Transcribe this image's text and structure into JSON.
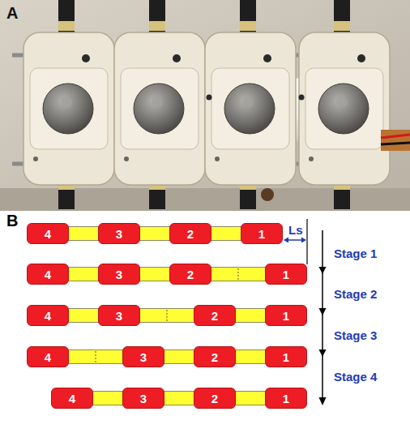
{
  "diagram": {
    "nodes": [
      {
        "text": [
          "4"
        ]
      },
      {
        "text": [
          "3"
        ]
      },
      {
        "text": [
          "2"
        ]
      },
      {
        "text": [
          "1"
        ]
      },
      {
        "text": [
          "4"
        ]
      },
      {
        "text": [
          "3"
        ]
      },
      {
        "text": [
          "2"
        ]
      },
      {
        "text": [
          "1"
        ]
      },
      {
        "text": [
          "4"
        ]
      },
      {
        "text": [
          "3"
        ]
      },
      {
        "text": [
          "2"
        ]
      },
      {
        "text": [
          "1"
        ]
      },
      {
        "text": [
          "4"
        ]
      },
      {
        "text": [
          "3"
        ]
      },
      {
        "text": [
          "2"
        ]
      },
      {
        "text": [
          "1"
        ]
      },
      {
        "text": [
          "4"
        ]
      },
      {
        "text": [
          "3"
        ]
      },
      {
        "text": [
          "2"
        ]
      },
      {
        "text": [
          "1"
        ]
      }
    ],
    "edges": [
      {
        "from": 0,
        "to": 1,
        "arrow": "none"
      },
      {
        "from": 1,
        "to": 2,
        "arrow": "none"
      },
      {
        "from": 2,
        "to": 3,
        "arrow": "none"
      },
      {
        "from": 4,
        "to": 5,
        "arrow": "none"
      },
      {
        "from": 5,
        "to": 6,
        "arrow": "none"
      },
      {
        "from": 6,
        "to": 7,
        "arrow": "none"
      },
      {
        "from": 8,
        "to": 9,
        "arrow": "none"
      },
      {
        "from": 9,
        "to": 10,
        "arrow": "none"
      },
      {
        "from": 10,
        "to": 11,
        "arrow": "none"
      },
      {
        "from": 12,
        "to": 13,
        "arrow": "none"
      },
      {
        "from": 13,
        "to": 14,
        "arrow": "none"
      },
      {
        "from": 14,
        "to": 15,
        "arrow": "none"
      },
      {
        "from": 16,
        "to": 17,
        "arrow": "none"
      },
      {
        "from": 17,
        "to": 18,
        "arrow": "none"
      },
      {
        "from": 18,
        "to": 19,
        "arrow": "none"
      }
    ],
    "labels": [
      "A",
      "B",
      "Ls",
      "Stage 1",
      "Stage 2",
      "Stage 3",
      "Stage 4"
    ]
  }
}
